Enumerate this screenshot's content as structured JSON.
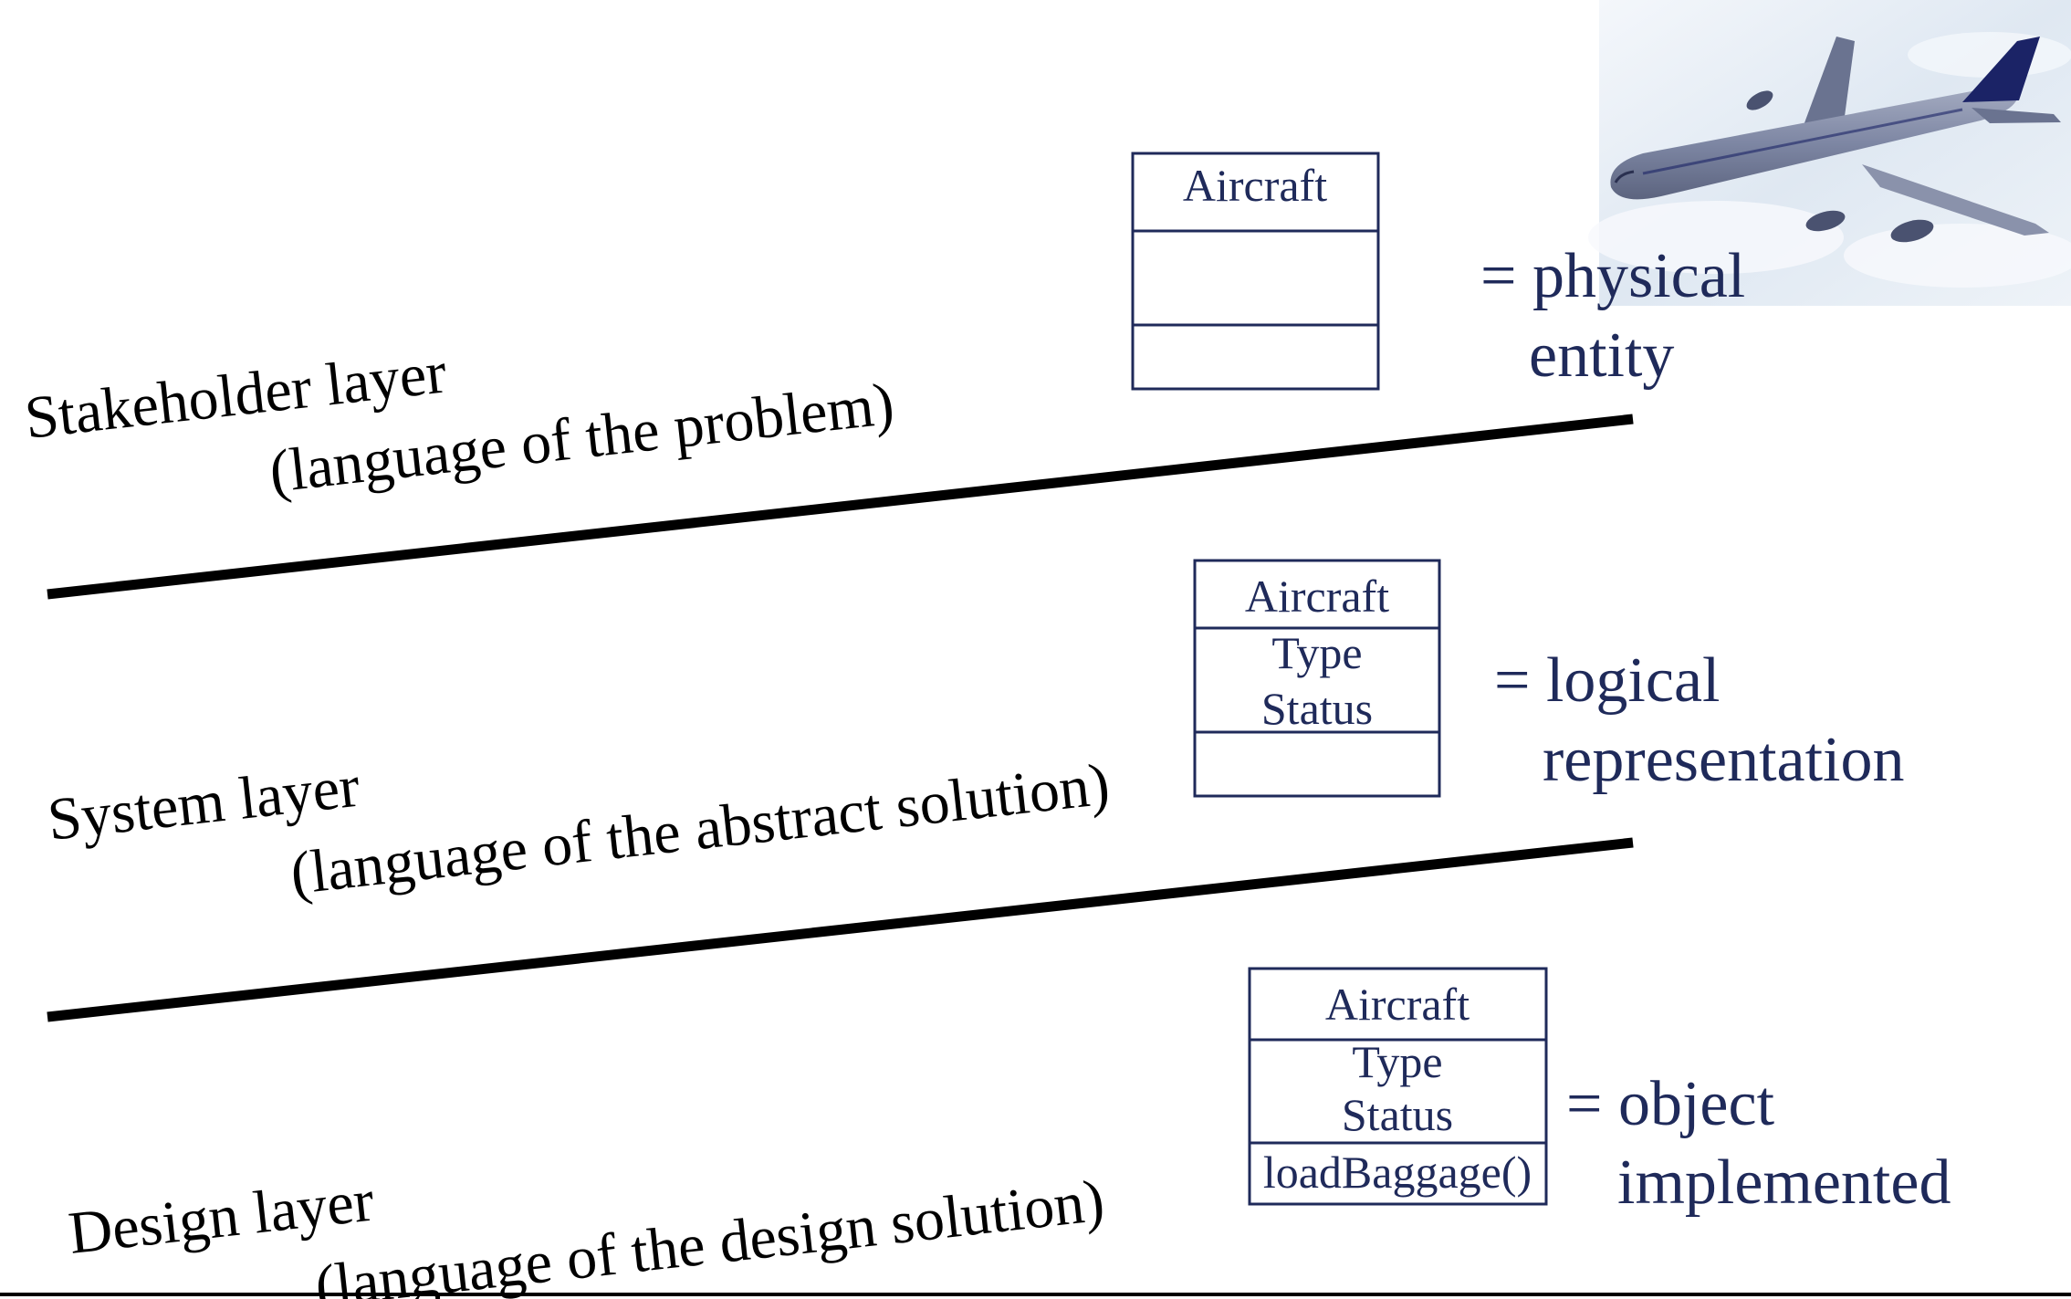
{
  "colors": {
    "text": "#000000",
    "uml": "#1f2a5a",
    "divider": "#000000",
    "sky": "#dfe8f2",
    "aircraft_body": "#7d86a3",
    "aircraft_tail": "#1b2366"
  },
  "image": {
    "icon": "airplane-icon"
  },
  "layers": [
    {
      "title": "Stakeholder layer",
      "subtitle": "(language of the problem)",
      "class_box": {
        "name": "Aircraft",
        "attributes": [],
        "operations": []
      },
      "meaning": {
        "line1": "= physical",
        "line2": "entity"
      }
    },
    {
      "title": "System layer",
      "subtitle": "(language of the abstract solution)",
      "class_box": {
        "name": "Aircraft",
        "attributes": [
          "Type",
          "Status"
        ],
        "operations": []
      },
      "meaning": {
        "line1": "= logical",
        "line2": "representation"
      }
    },
    {
      "title": "Design layer",
      "subtitle": "(language of the design solution)",
      "class_box": {
        "name": "Aircraft",
        "attributes": [
          "Type",
          "Status"
        ],
        "operations": [
          "loadBaggage()"
        ]
      },
      "meaning": {
        "line1": "= object",
        "line2": "implemented"
      }
    }
  ]
}
